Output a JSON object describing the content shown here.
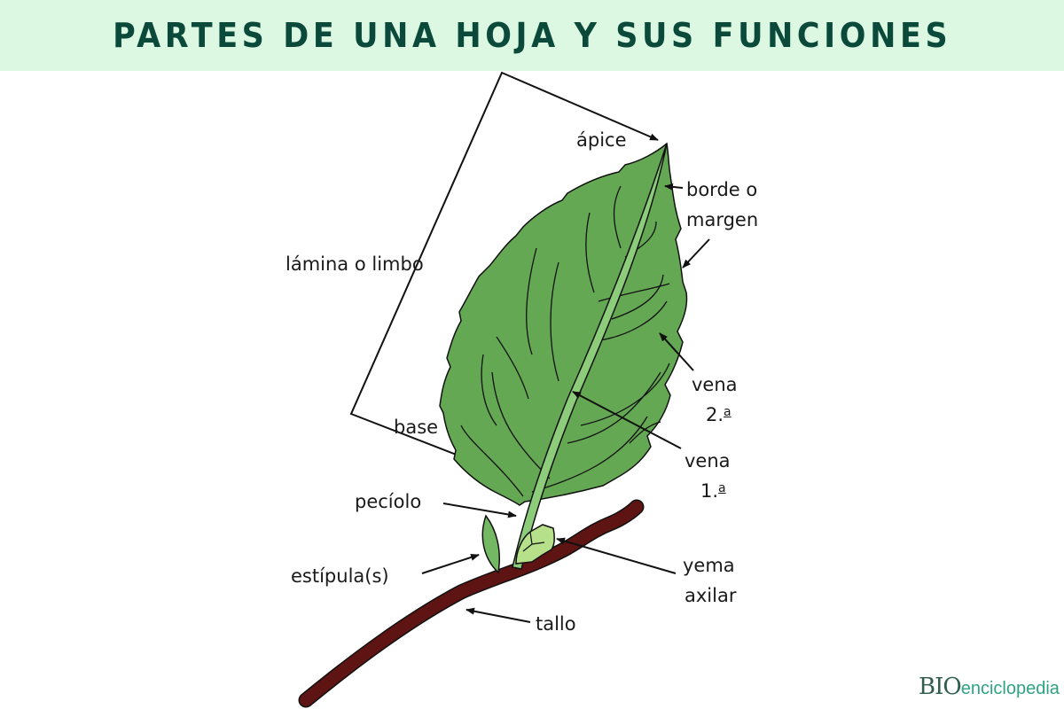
{
  "header": {
    "title": "PARTES DE UNA HOJA Y SUS FUNCIONES",
    "background": "#dcf8e2",
    "text_color": "#0b4a3a"
  },
  "diagram": {
    "colors": {
      "leaf": "#64a853",
      "midrib": "#8ccc7a",
      "stipule": "#74b864",
      "bud": "#b6e08a",
      "stem": "#5e1412",
      "outline": "#111111"
    },
    "labels": {
      "apice": "ápice",
      "borde_1": "borde o",
      "borde_2": "margen",
      "lamina": "lámina o limbo",
      "vena2_1": "vena",
      "vena2_num": "2.",
      "vena2_sup": "a",
      "vena1_1": "vena",
      "vena1_num": "1.",
      "vena1_sup": "a",
      "base": "base",
      "peciolo": "pecíolo",
      "estipula": "estípula(s)",
      "yema_1": "yema",
      "yema_2": "axilar",
      "tallo": "tallo"
    }
  },
  "logo": {
    "bio": "BIO",
    "rest": "enciclopedia"
  }
}
